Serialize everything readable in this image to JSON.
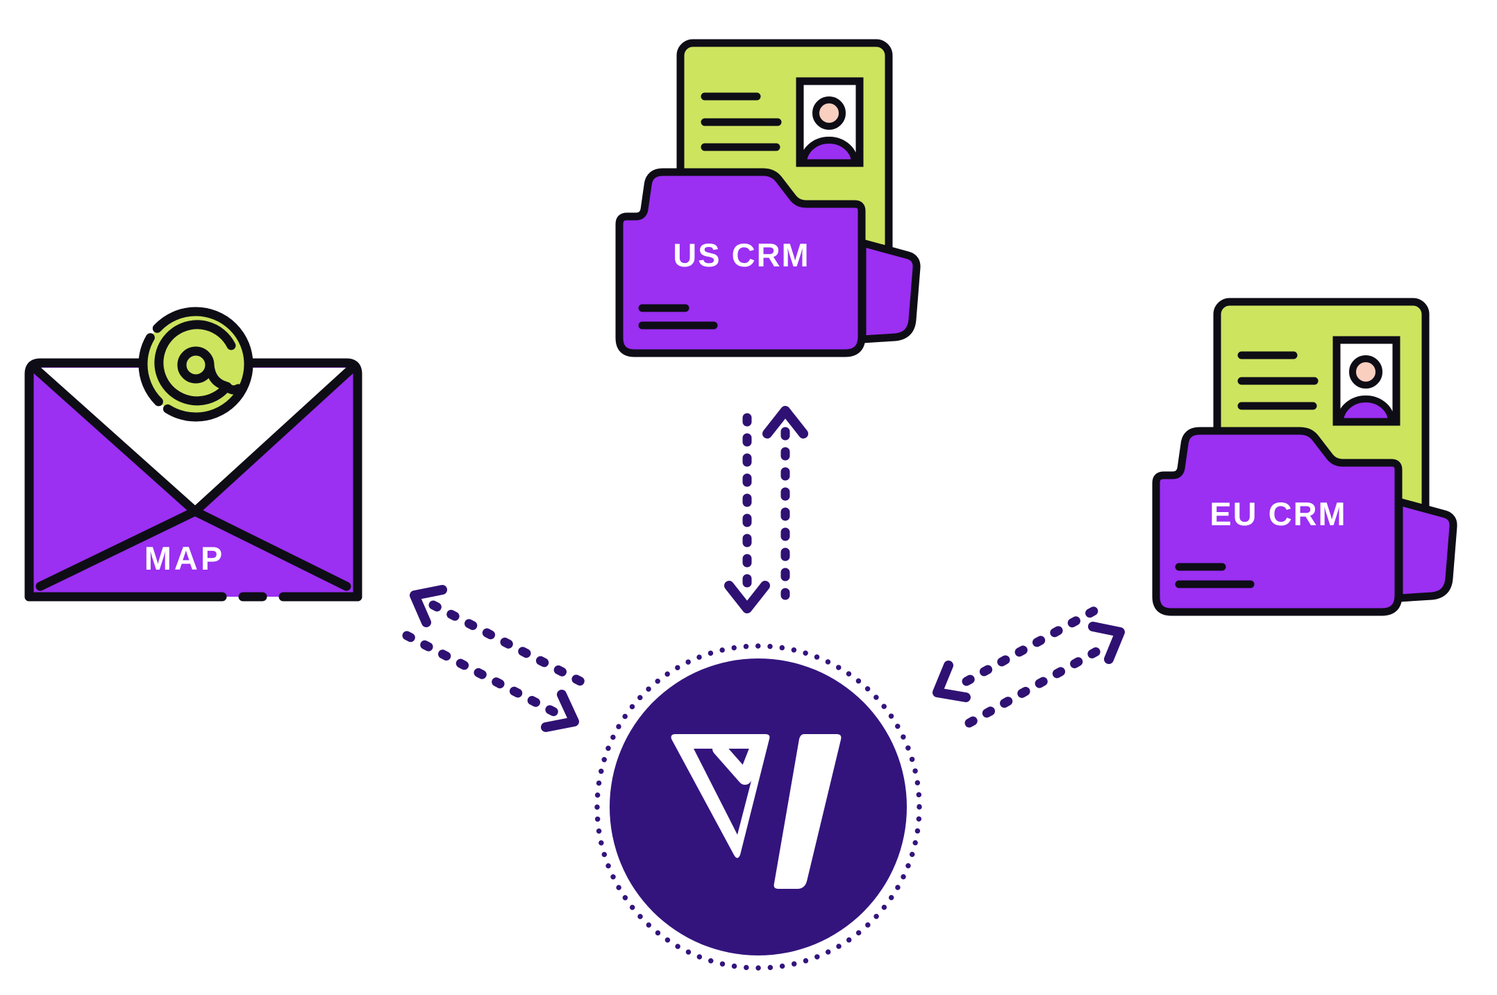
{
  "diagram": {
    "title": "",
    "nodes": {
      "map": {
        "label": "MAP",
        "icon": "envelope-at-icon",
        "shape": "purple envelope with green @ badge"
      },
      "us_crm": {
        "label": "US CRM",
        "icon": "crm-contact-folder-icon",
        "shape": "purple folder with green contact document"
      },
      "eu_crm": {
        "label": "EU CRM",
        "icon": "crm-contact-folder-icon",
        "shape": "purple folder with green contact document"
      },
      "hub": {
        "label": "",
        "icon": "vertify-v-logo-icon",
        "shape": "dark indigo circle with dotted ring and white V-slash logo"
      }
    },
    "connections": [
      {
        "from": "map",
        "to": "hub",
        "style": "dashed-double-arrow",
        "bidirectional": true
      },
      {
        "from": "us_crm",
        "to": "hub",
        "style": "dashed-double-arrow",
        "bidirectional": true
      },
      {
        "from": "eu_crm",
        "to": "hub",
        "style": "dashed-double-arrow",
        "bidirectional": true
      }
    ]
  },
  "colors": {
    "purple": "#9B2FF2",
    "green": "#CDE45F",
    "hub_indigo": "#33147D",
    "arrow_indigo": "#2F1173",
    "peach": "#F9CFC0",
    "outline_black": "#0E0D16",
    "background": "#FFFFFF"
  }
}
